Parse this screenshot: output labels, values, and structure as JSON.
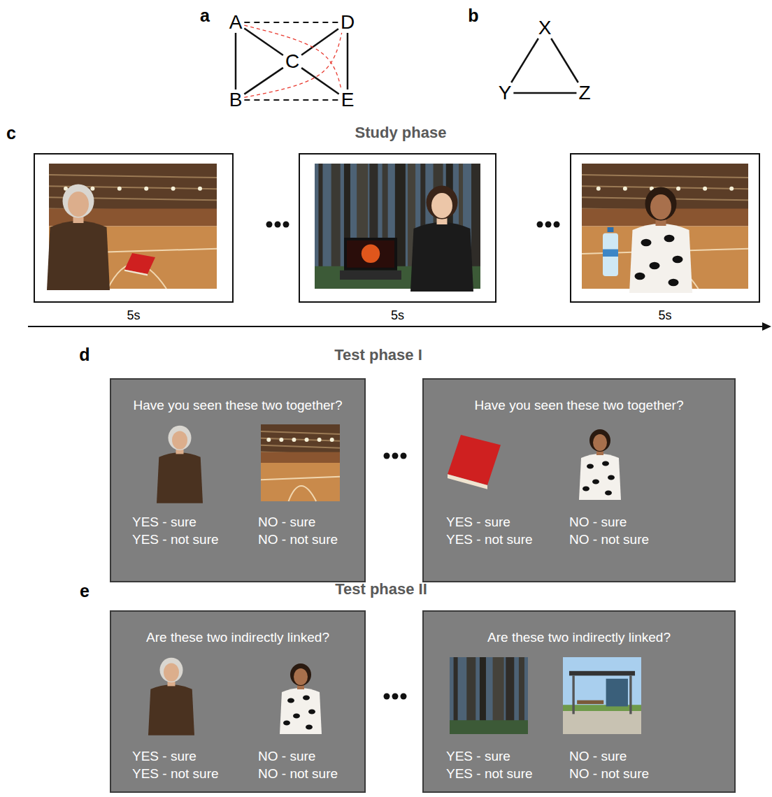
{
  "diagram": {
    "nodes": [
      {
        "text": [
          "A"
        ]
      },
      {
        "text": [
          "B"
        ]
      },
      {
        "text": [
          "C"
        ]
      },
      {
        "text": [
          "D"
        ]
      },
      {
        "text": [
          "E"
        ]
      },
      {
        "text": [
          "X"
        ]
      },
      {
        "text": [
          "Y"
        ]
      },
      {
        "text": [
          "Z"
        ]
      },
      {
        "text": [
          "5s"
        ]
      },
      {
        "text": [
          "5s"
        ]
      },
      {
        "text": [
          "5s"
        ]
      },
      {
        "text": [
          "Have you seen these two together?",
          "YES - sure",
          "NO - sure",
          "YES - not sure",
          "NO - not sure"
        ]
      },
      {
        "text": [
          "Have you seen these two together?",
          "YES - sure",
          "NO - sure",
          "YES - not sure",
          "NO - not sure"
        ]
      },
      {
        "text": [
          "Are these two indirectly linked?",
          "YES - sure",
          "NO - sure",
          "YES - not sure",
          "NO - not sure"
        ]
      },
      {
        "text": [
          "Are these two indirectly linked?",
          "YES - sure",
          "NO - sure",
          "YES - not sure",
          "NO - not sure"
        ]
      }
    ],
    "edges": [
      {
        "from": 0,
        "to": 1,
        "arrow": "none"
      },
      {
        "from": 0,
        "to": 2,
        "arrow": "none"
      },
      {
        "from": 1,
        "to": 2,
        "arrow": "none"
      },
      {
        "from": 2,
        "to": 3,
        "arrow": "none"
      },
      {
        "from": 2,
        "to": 4,
        "arrow": "none"
      },
      {
        "from": 3,
        "to": 4,
        "arrow": "none"
      },
      {
        "from": 0,
        "to": 3,
        "arrow": "none"
      },
      {
        "from": 1,
        "to": 4,
        "arrow": "none"
      },
      {
        "from": 0,
        "to": 4,
        "arrow": "none"
      },
      {
        "from": 1,
        "to": 3,
        "arrow": "none"
      },
      {
        "from": 5,
        "to": 6,
        "arrow": "none"
      },
      {
        "from": 5,
        "to": 7,
        "arrow": "none"
      },
      {
        "from": 6,
        "to": 7,
        "arrow": "none"
      }
    ],
    "labels": [
      "a",
      "b",
      "c",
      "d",
      "e",
      "Study phase",
      "Test phase I",
      "Test phase II"
    ]
  }
}
